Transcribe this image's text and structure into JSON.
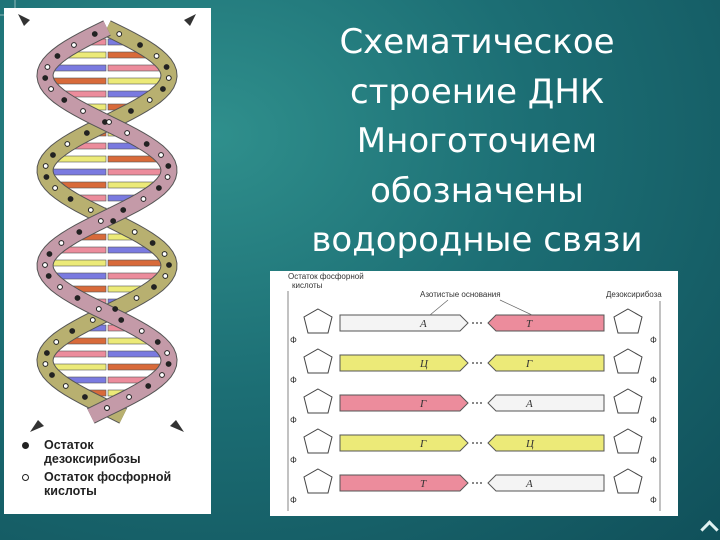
{
  "slide": {
    "title_lines": [
      "Схематическое",
      "строение ДНК",
      "Многоточием",
      "обозначены",
      "водородные связи"
    ]
  },
  "helix_legend": {
    "deoxyribose": [
      "Остаток",
      "дезоксирибозы"
    ],
    "phosphate": [
      "Остаток фосфорной",
      "кислоты"
    ]
  },
  "detail": {
    "phosphate_label": [
      "Остаток фосфорной",
      "кислоты"
    ],
    "bases_label": "Азотистые основания",
    "sugar_label": "Дезоксирибоза",
    "phosphate_marker": "Ф",
    "pairs": [
      {
        "left": "А",
        "right": "Т",
        "left_color": "#f4f4f4",
        "right_color": "#ec8c9c"
      },
      {
        "left": "Ц",
        "right": "Г",
        "left_color": "#ecea78",
        "right_color": "#ecea78"
      },
      {
        "left": "Г",
        "right": "А",
        "left_color": "#ec8c9c",
        "right_color": "#f4f4f4"
      },
      {
        "left": "Г",
        "right": "Ц",
        "left_color": "#ecea78",
        "right_color": "#ecea78"
      },
      {
        "left": "Т",
        "right": "А",
        "left_color": "#ec8c9c",
        "right_color": "#f4f4f4"
      }
    ]
  },
  "colors": {
    "background": "#1c6e74",
    "strand": "#b8b070",
    "strand2": "#c49aa8",
    "base_pink": "#ec8c9c",
    "base_yellow": "#ecea78",
    "base_blue": "#7a7ae0",
    "base_orange": "#d86a3a",
    "title_text": "#ffffff"
  }
}
